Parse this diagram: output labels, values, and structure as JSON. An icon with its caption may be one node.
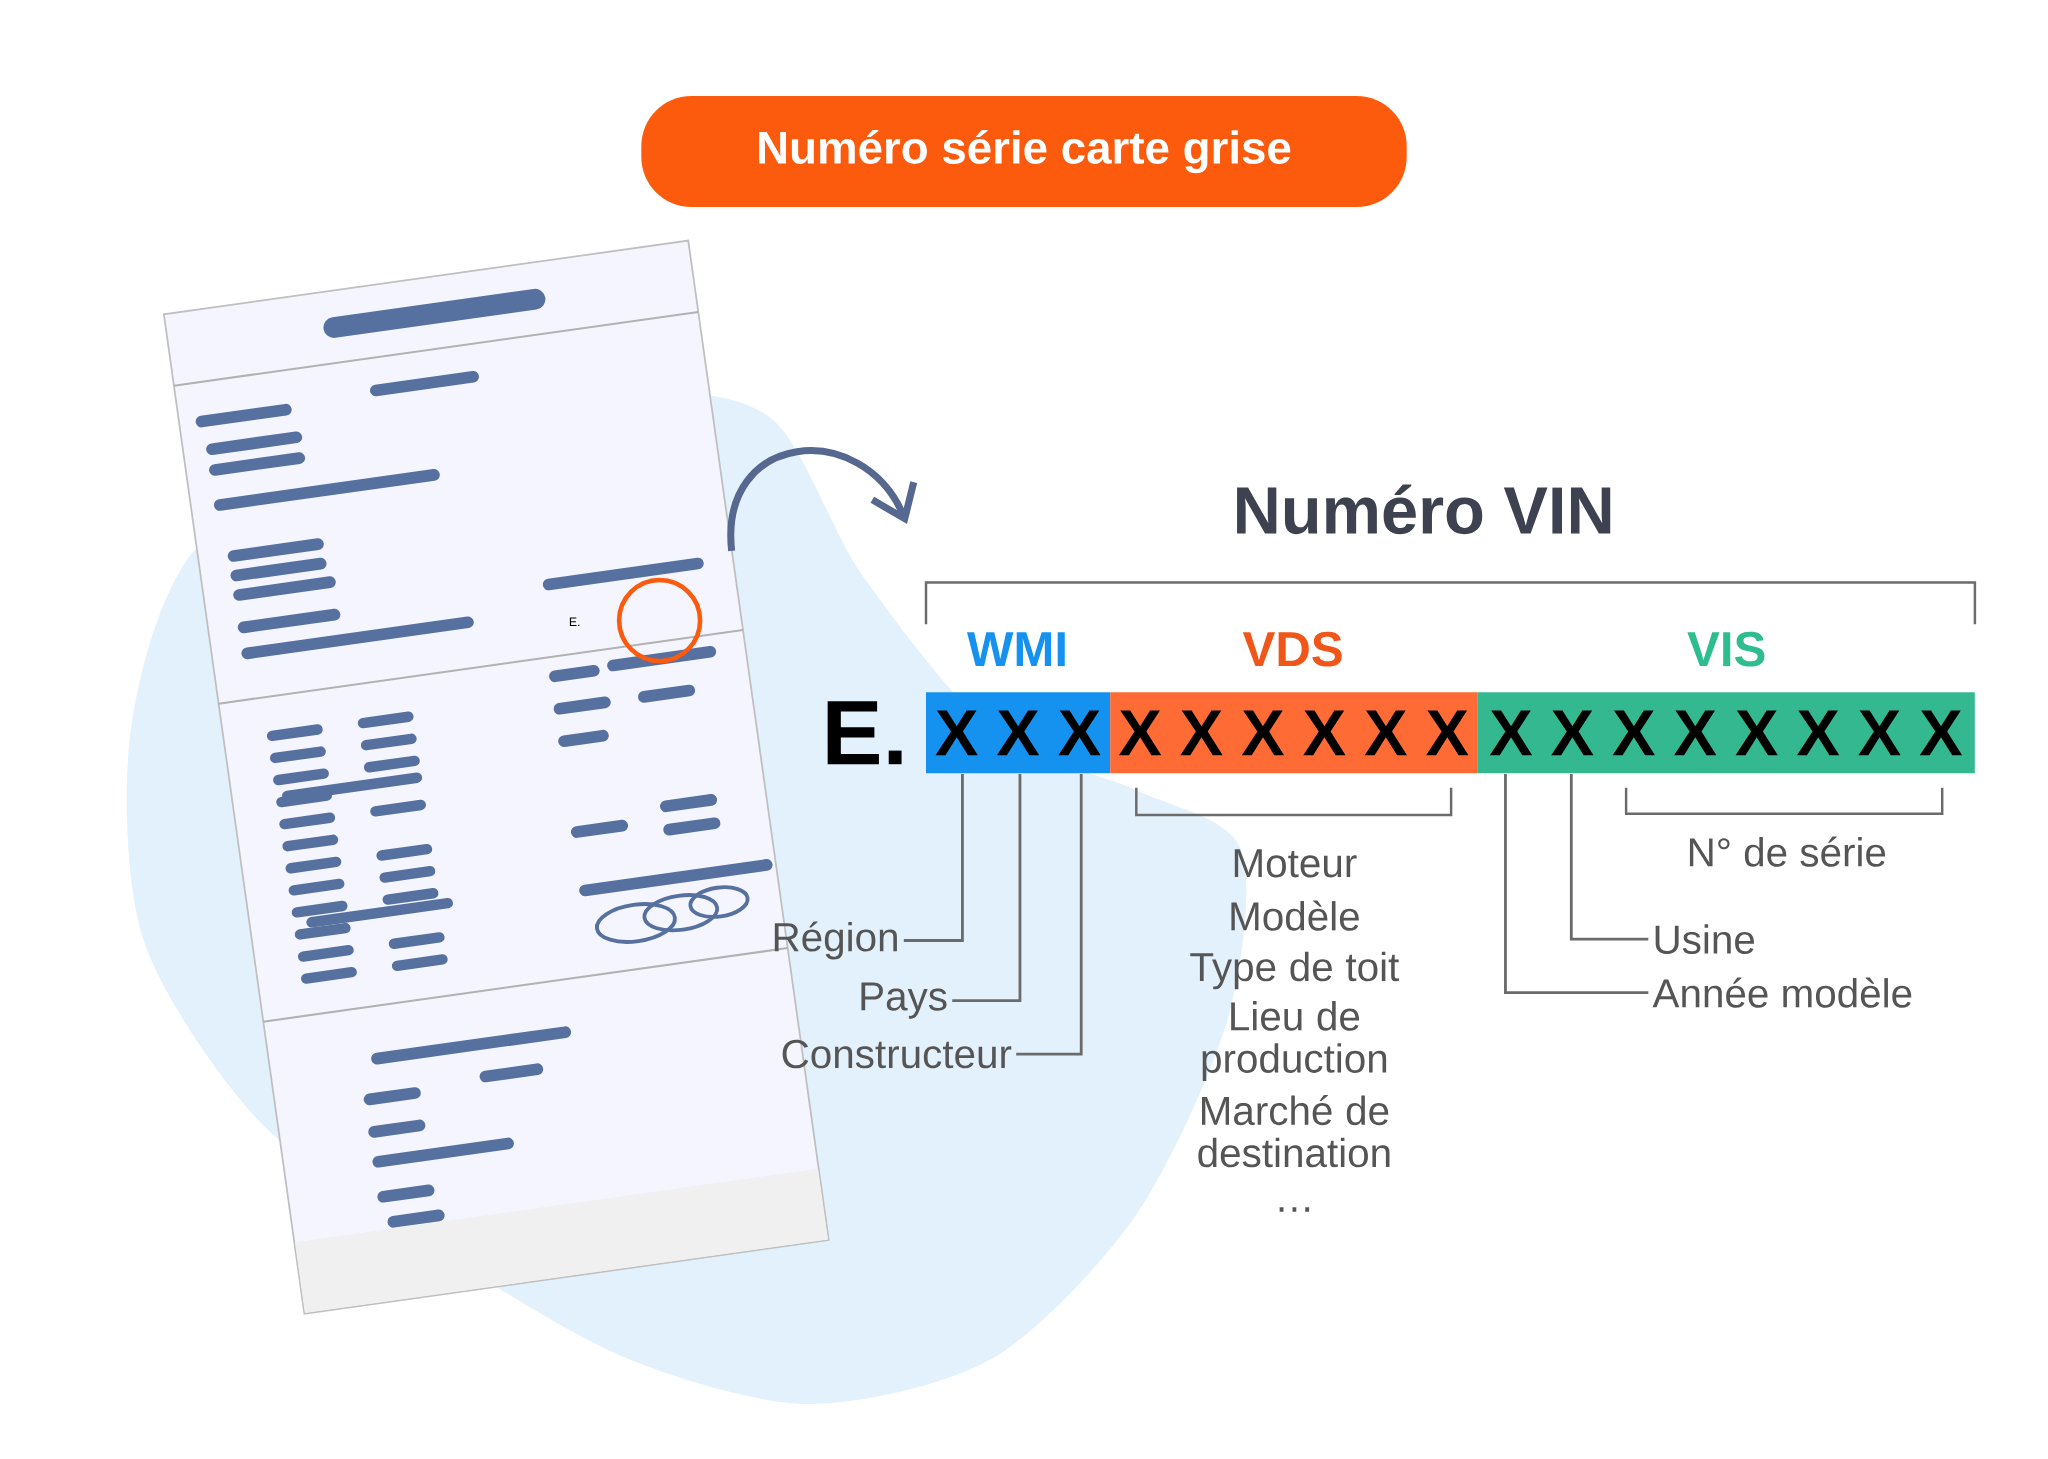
{
  "diagram": {
    "nodes": [
      {
        "text": [
          "Numéro série carte grise"
        ]
      },
      {
        "text": [],
        "shape": "picture"
      },
      {
        "text": [
          "Numéro VIN"
        ]
      },
      {
        "text": [
          "WMI",
          "X X X"
        ]
      },
      {
        "text": [
          "VDS",
          "X X X X X X"
        ]
      },
      {
        "text": [
          "VIS",
          "X X X X X X X X"
        ]
      },
      {
        "text": [
          "Région"
        ]
      },
      {
        "text": [
          "Pays"
        ]
      },
      {
        "text": [
          "Constructeur"
        ]
      },
      {
        "text": [
          "Usine"
        ]
      },
      {
        "text": [
          "Année modèle"
        ]
      }
    ],
    "edges": [
      {
        "from": 1,
        "to": 2,
        "arrow": "to",
        "style": "thick",
        "color": "#56688f"
      },
      {
        "from": 6,
        "to": 3,
        "arrow": "none"
      },
      {
        "from": 7,
        "to": 3,
        "arrow": "none"
      },
      {
        "from": 8,
        "to": 3,
        "arrow": "none"
      },
      {
        "from": 9,
        "to": 5,
        "arrow": "none"
      },
      {
        "from": 10,
        "to": 5,
        "arrow": "none"
      }
    ],
    "labels": [
      "E.",
      "E.",
      "Moteur",
      "Modèle",
      "Type de toit",
      "Lieu de production",
      "Marché de destination",
      "…",
      "N° de série"
    ]
  }
}
